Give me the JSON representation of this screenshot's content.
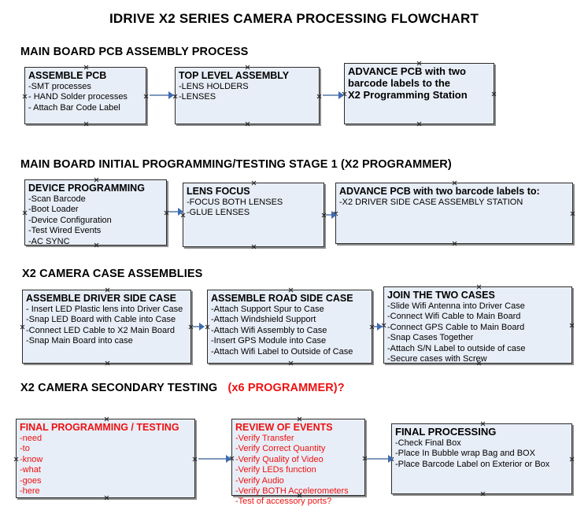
{
  "document": {
    "title": "IDRIVE X2  SERIES CAMERA PROCESSING FLOWCHART"
  },
  "sections": [
    {
      "id": "main-board-pcb-assembly-process",
      "title": "MAIN BOARD PCB ASSEMBLY PROCESS",
      "title_suffix": "",
      "nodes": [
        {
          "id": "assemble-pcb",
          "head": "ASSEMBLE PCB",
          "lines": [
            "-SMT processes",
            "- HAND Solder processes",
            "- Attach Bar Code Label"
          ]
        },
        {
          "id": "top-level-assembly",
          "head": "TOP LEVEL ASSEMBLY",
          "lines": [
            "-LENS HOLDERS",
            "-LENSES"
          ]
        },
        {
          "id": "advance-pcb-to-x2-programming-station",
          "head": "ADVANCE PCB with two",
          "lines": [
            "barcode labels to the",
            " X2 Programming Station"
          ]
        }
      ]
    },
    {
      "id": "main-board-initial-programming-testing-stage-1",
      "title": "MAIN BOARD INITIAL PROGRAMMING/TESTING STAGE 1 (X2 PROGRAMMER)",
      "title_suffix": "",
      "nodes": [
        {
          "id": "device-programming",
          "head": "DEVICE PROGRAMMING",
          "lines": [
            "-Scan Barcode",
            "-Boot Loader",
            "-Device Configuration",
            "-Test Wired Events",
            "-AC SYNC"
          ]
        },
        {
          "id": "lens-focus",
          "head": "LENS FOCUS",
          "lines": [
            "-FOCUS BOTH LENSES",
            "-GLUE LENSES"
          ]
        },
        {
          "id": "advance-pcb-to-driver-side-case-assembly",
          "head": "ADVANCE PCB with two barcode labels to:",
          "lines": [
            "-X2 DRIVER  SIDE  CASE  ASSEMBLY STATION"
          ]
        }
      ]
    },
    {
      "id": "x2-camera-case-assemblies",
      "title": "X2 CAMERA CASE ASSEMBLIES",
      "title_suffix": "",
      "nodes": [
        {
          "id": "assemble-driver-side-case",
          "head": "ASSEMBLE DRIVER SIDE CASE",
          "lines": [
            "- Insert LED Plastic lens into Driver Case",
            "-Snap LED Board with Cable into Case",
            "-Connect LED Cable to X2 Main Board",
            "-Snap Main Board into case"
          ]
        },
        {
          "id": "assemble-road-side-case",
          "head": "ASSEMBLE ROAD SIDE CASE",
          "lines": [
            "-Attach Support Spur to Case",
            "-Attach Windshield Support",
            "-Attach Wifi Assembly to Case",
            "-Insert GPS Module into Case",
            "-Attach Wifi Label to Outside of Case"
          ]
        },
        {
          "id": "join-the-two-cases",
          "head": "JOIN THE TWO CASES",
          "lines": [
            "-Slide Wifi Antenna into Driver Case",
            "-Connect Wifi Cable to Main Board",
            "-Connect GPS Cable to Main Board",
            "-Snap Cases Together",
            "-Attach S/N Label to outside of case",
            "-Secure cases with Screw"
          ]
        }
      ]
    },
    {
      "id": "x2-camera-secondary-testing",
      "title": "X2 CAMERA SECONDARY TESTING",
      "title_suffix": "(x6 PROGRAMMER)?",
      "nodes": [
        {
          "id": "final-programming-testing",
          "head": "FINAL PROGRAMMING / TESTING",
          "lines": [
            "-need",
            "-to",
            "-know",
            "-what",
            "-goes",
            "-here"
          ]
        },
        {
          "id": "review-of-events",
          "head": "REVIEW OF EVENTS",
          "lines": [
            "-Verify Transfer",
            "-Verify Correct Quantity",
            "-Verify Quality of Video",
            "-Verify LEDs function",
            "-Verify Audio",
            "-Verify BOTH Accelerometers",
            "-Test of accessory ports?"
          ]
        },
        {
          "id": "final-processing",
          "head": "FINAL PROCESSING",
          "lines": [
            " -Check Final Box",
            "-Place In Bubble wrap Bag and BOX",
            "-Place Barcode Label on Exterior or Box"
          ]
        }
      ]
    }
  ],
  "colors": {
    "box_fill": "#e8eef7",
    "box_border": "#2b2b2b",
    "connector": "#7e98bd",
    "arrow": "#3d6bb3",
    "red_text": "#ee1111",
    "black_text": "#000000"
  }
}
